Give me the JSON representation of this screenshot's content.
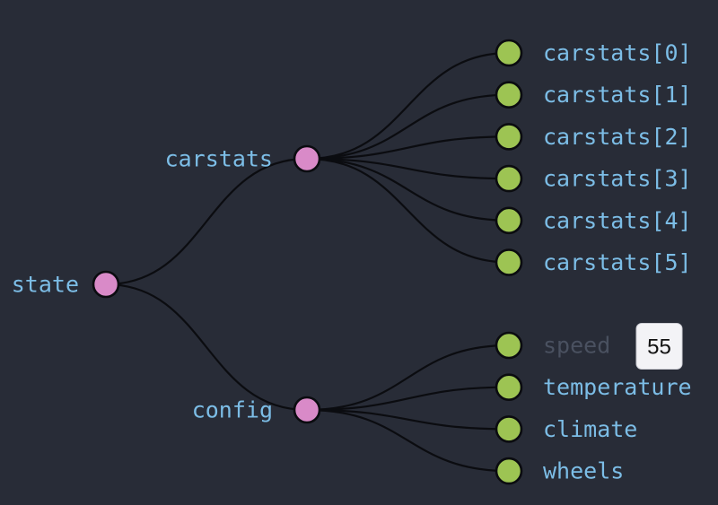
{
  "colors": {
    "background": "#282c37",
    "inner_node": "#d98ac8",
    "leaf_node": "#9dc453",
    "link": "#0b0c10",
    "label": "#7cbde6",
    "dimmed_label": "#4a5160"
  },
  "tree": {
    "label": "state",
    "children": [
      {
        "label": "carstats",
        "children": [
          {
            "label": "carstats[0]"
          },
          {
            "label": "carstats[1]"
          },
          {
            "label": "carstats[2]"
          },
          {
            "label": "carstats[3]"
          },
          {
            "label": "carstats[4]"
          },
          {
            "label": "carstats[5]"
          }
        ]
      },
      {
        "label": "config",
        "children": [
          {
            "label": "speed",
            "dimmed": true,
            "value": "55"
          },
          {
            "label": "temperature"
          },
          {
            "label": "climate"
          },
          {
            "label": "wheels"
          }
        ]
      }
    ]
  }
}
